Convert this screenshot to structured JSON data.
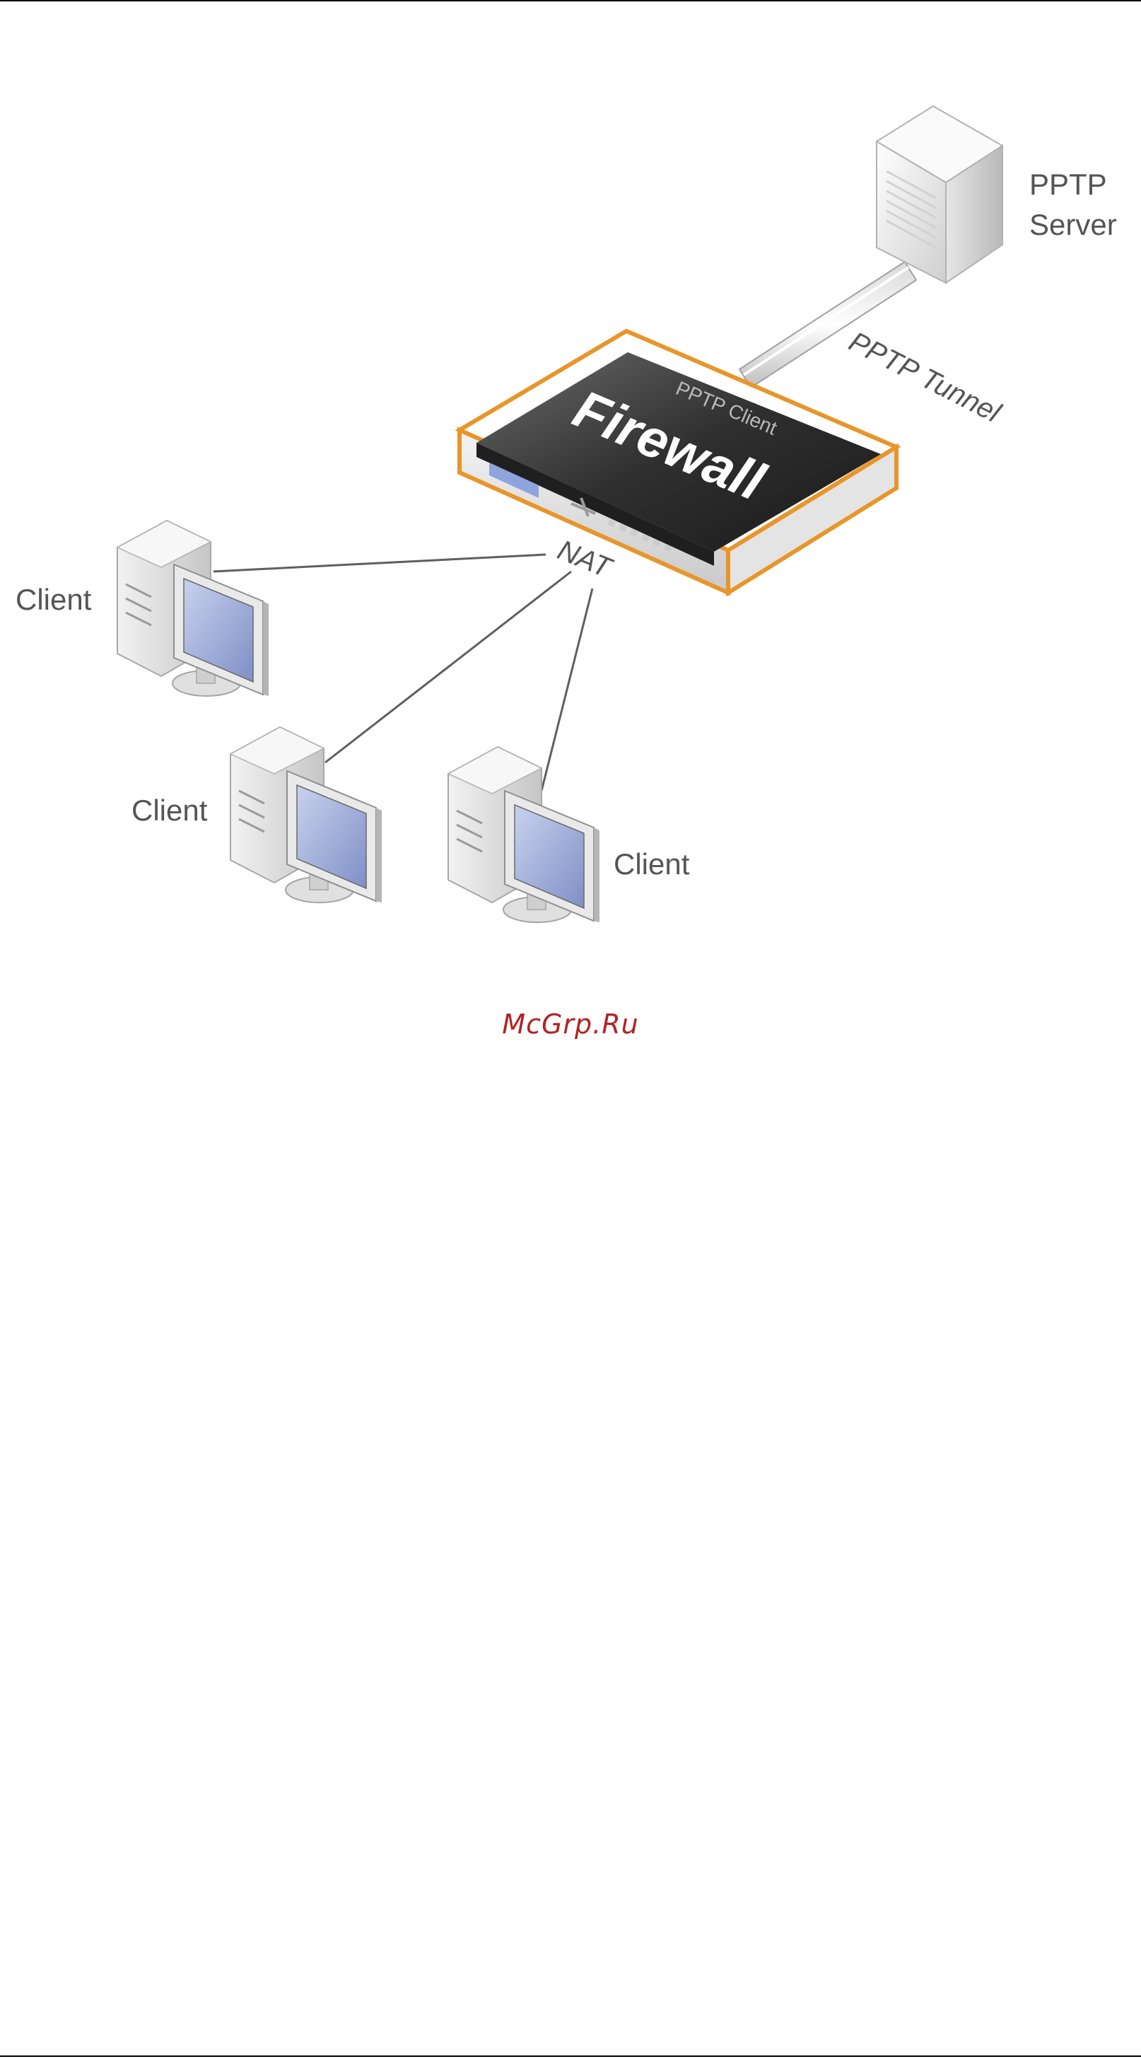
{
  "diagram": {
    "server_label_line1": "PPTP",
    "server_label_line2": "Server",
    "tunnel_label": "PPTP Tunnel",
    "firewall_label": "Firewall",
    "firewall_sublabel": "PPTP Client",
    "nat_label": "NAT",
    "client_labels": [
      "Client",
      "Client",
      "Client"
    ]
  },
  "watermark": "McGrp.Ru",
  "colors": {
    "firewall_outline": "#e8952a",
    "firewall_top": "#3a3a3a",
    "screen": "#9fb0d8",
    "watermark": "#b22222",
    "labels": "#555555"
  },
  "icons": [
    "server-icon",
    "firewall-icon",
    "client-computer-icon"
  ]
}
